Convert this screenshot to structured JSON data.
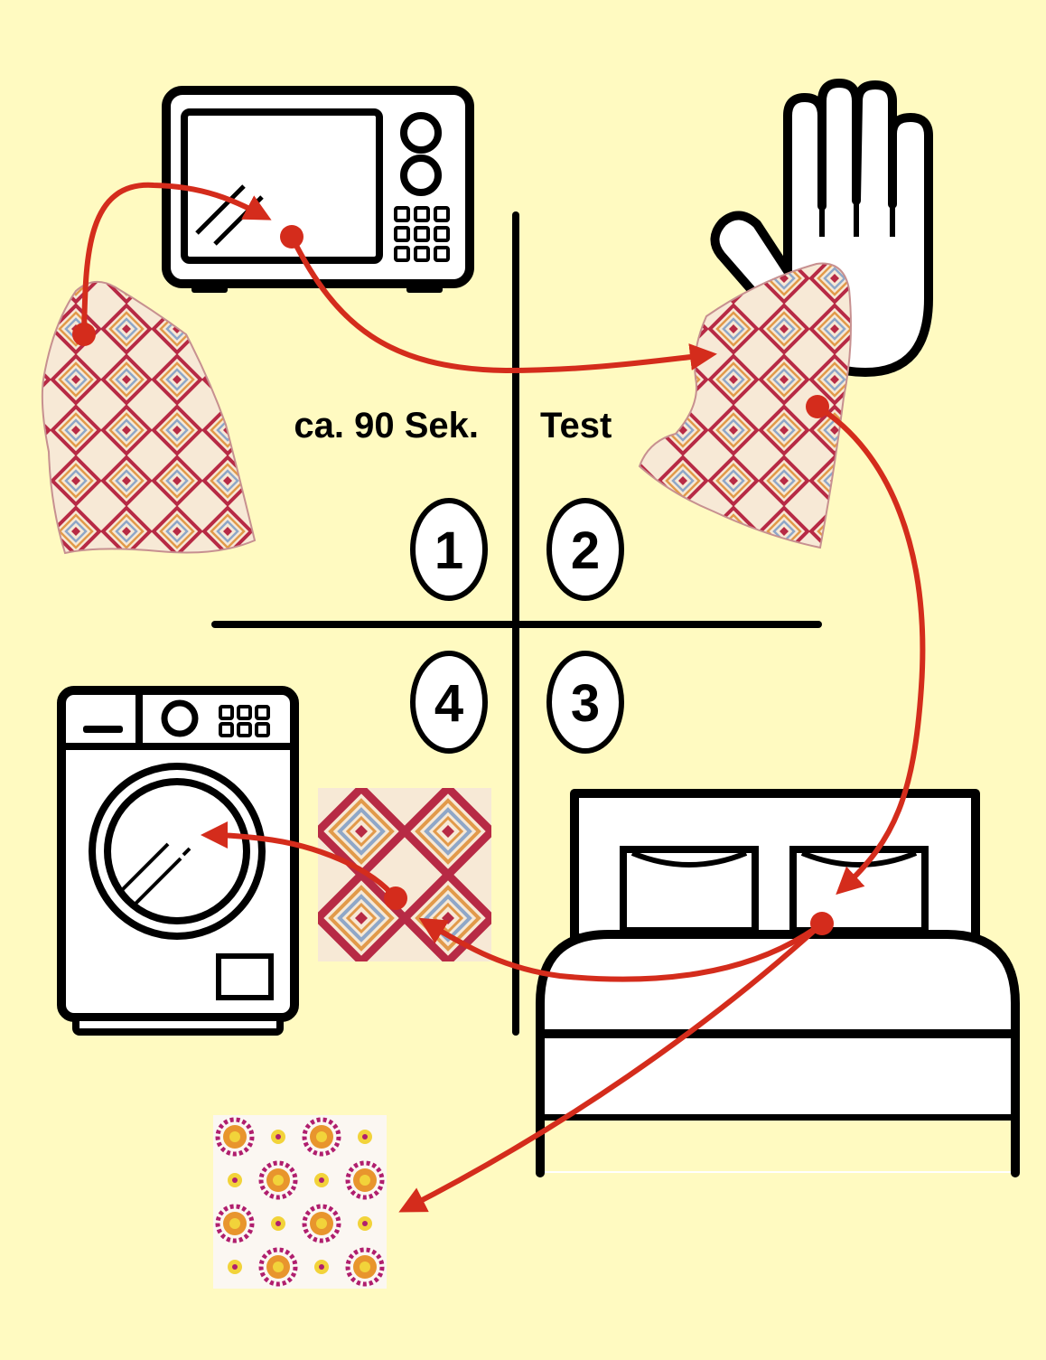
{
  "labels": {
    "step1_caption": "ca. 90 Sek.",
    "step2_caption": "Test"
  },
  "steps": [
    {
      "number": "1"
    },
    {
      "number": "2"
    },
    {
      "number": "3"
    },
    {
      "number": "4"
    }
  ],
  "icons": {
    "heat": "microwave-icon",
    "test": "hand-icon",
    "use": "bed-icon",
    "wash": "washing-machine-icon"
  },
  "colors": {
    "background": "#FFFAC1",
    "arrow": "#D42C1C",
    "line": "#000000",
    "pattern_red": "#B72A45",
    "pattern_orange": "#E29A4A",
    "pattern_blue": "#8FA7C8",
    "pattern_cream": "#F7E9D6",
    "flower_magenta": "#B01E6E",
    "flower_orange": "#E8952D",
    "flower_yellow": "#F2D33A"
  }
}
